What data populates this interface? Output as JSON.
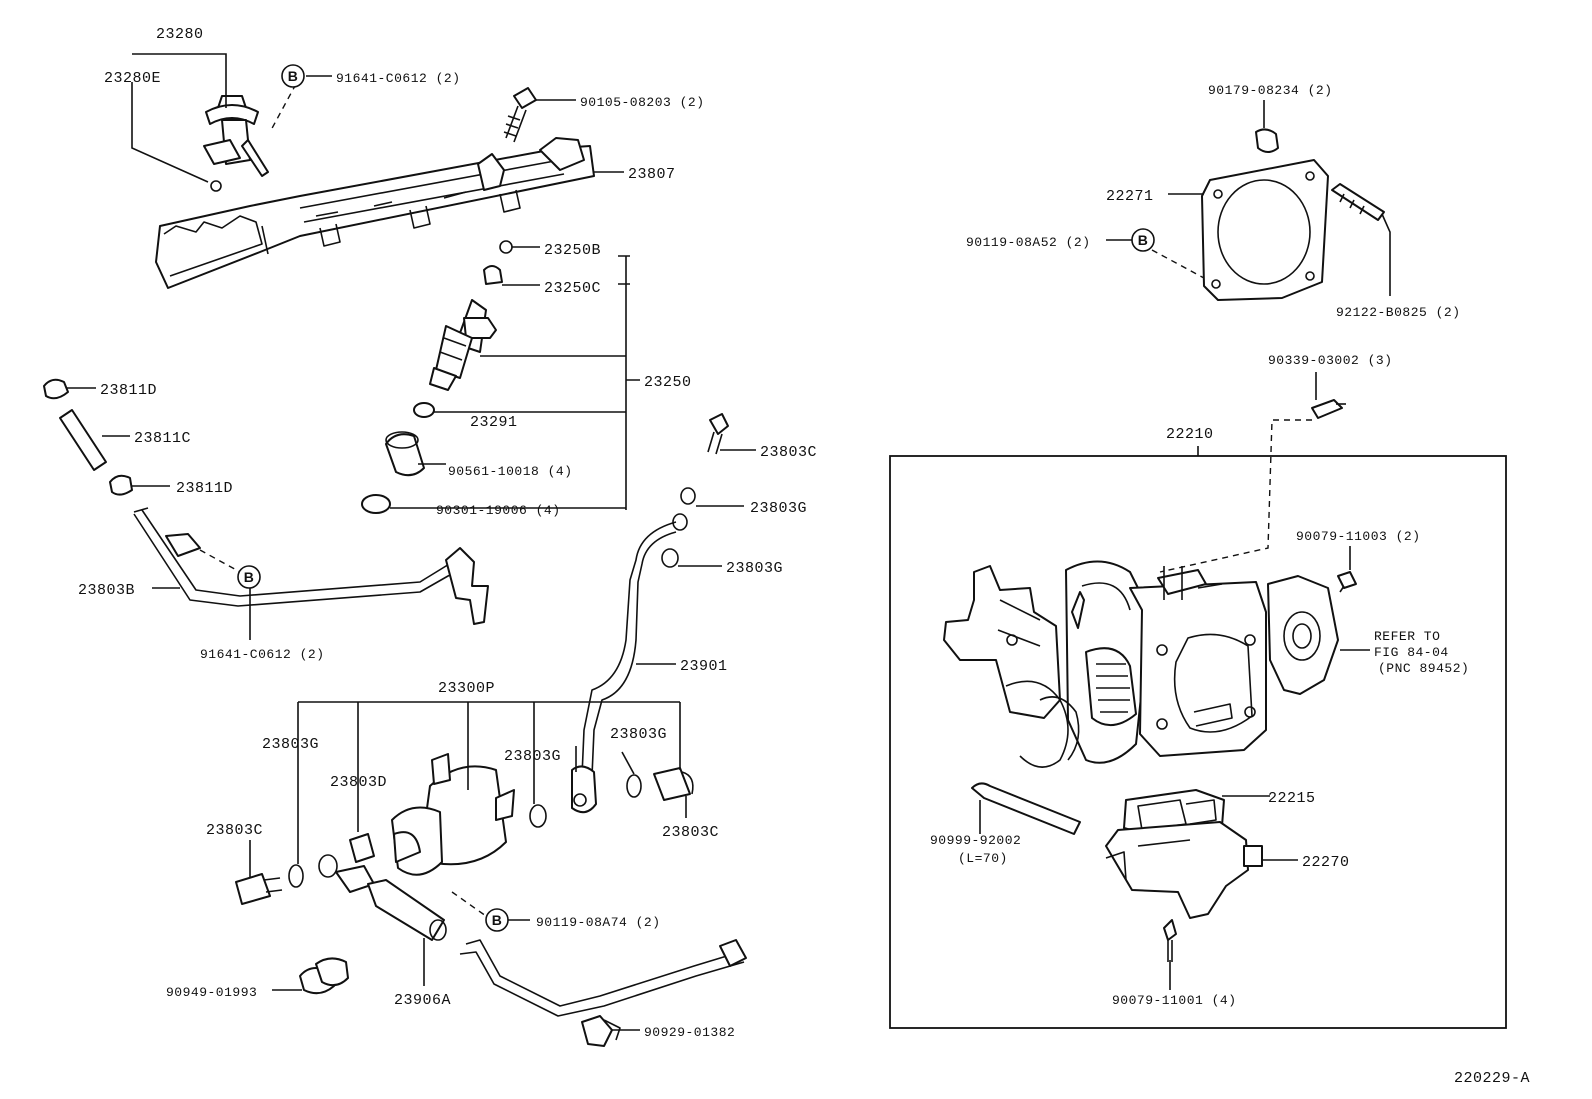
{
  "diagram_code": "220229-A",
  "bolt_marker": "B",
  "labels": {
    "p23280": "23280",
    "p23280E": "23280E",
    "p91641_top": "91641-C0612 (2)",
    "p90105": "90105-08203 (2)",
    "p23807": "23807",
    "p23250B": "23250B",
    "p23250C": "23250C",
    "p23250": "23250",
    "p23291": "23291",
    "p90561": "90561-10018 (4)",
    "p90301": "90301-19006 (4)",
    "p23811D_top": "23811D",
    "p23811C": "23811C",
    "p23811D_bot": "23811D",
    "p23803B": "23803B",
    "p91641_mid": "91641-C0612 (2)",
    "p23803C_r": "23803C",
    "p23803G_r1": "23803G",
    "p23803G_r2": "23803G",
    "p23901": "23901",
    "p23300P": "23300P",
    "p23803G_a": "23803G",
    "p23803G_b": "23803G",
    "p23803G_c": "23803G",
    "p23803D": "23803D",
    "p23803C_l": "23803C",
    "p23803C_m": "23803C",
    "p90119_08A74": "90119-08A74 (2)",
    "p90949": "90949-01993",
    "p23906A": "23906A",
    "p90929": "90929-01382",
    "p90179": "90179-08234 (2)",
    "p22271": "22271",
    "p90119_08A52": "90119-08A52 (2)",
    "p92122": "92122-B0825 (2)",
    "p90339": "90339-03002 (3)",
    "p22210": "22210",
    "p90079_11003": "90079-11003 (2)",
    "refer1": "REFER TO",
    "refer2": "FIG 84-04",
    "refer3": "(PNC 89452)",
    "p90999": "90999-92002",
    "p90999_len": "(L=70)",
    "p22215": "22215",
    "p22270": "22270",
    "p90079_11001": "90079-11001 (4)"
  }
}
